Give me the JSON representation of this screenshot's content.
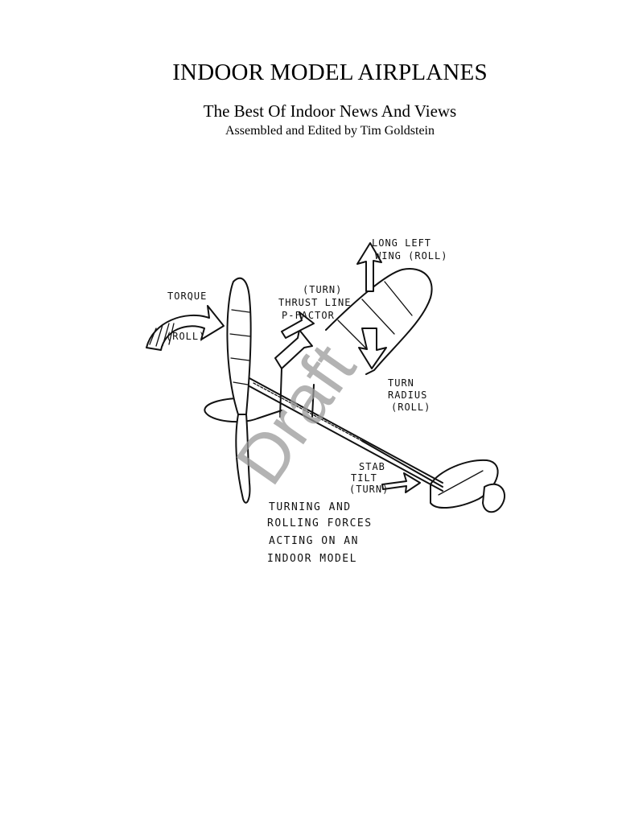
{
  "document": {
    "title": "INDOOR MODEL AIRPLANES",
    "subtitle": "The Best Of Indoor News And Views",
    "byline": "Assembled and Edited by Tim Goldstein"
  },
  "figure": {
    "labels": {
      "torque": "TORQUE",
      "torque_roll": "(ROLL)",
      "turn_top": "(TURN)",
      "thrust_line": "THRUST LINE",
      "p_factor": "P-FACTOR",
      "long_left": "LONG LEFT",
      "wing_roll": "WING (ROLL)",
      "turn": "TURN",
      "radius": "RADIUS",
      "radius_roll": "(ROLL)",
      "stab": "STAB",
      "tilt": "TILT",
      "tilt_turn": "(TURN)"
    },
    "caption": {
      "line1": "TURNING AND",
      "line2": "ROLLING FORCES",
      "line3": "ACTING ON AN",
      "line4": "INDOOR MODEL"
    },
    "watermark": "Draft"
  }
}
